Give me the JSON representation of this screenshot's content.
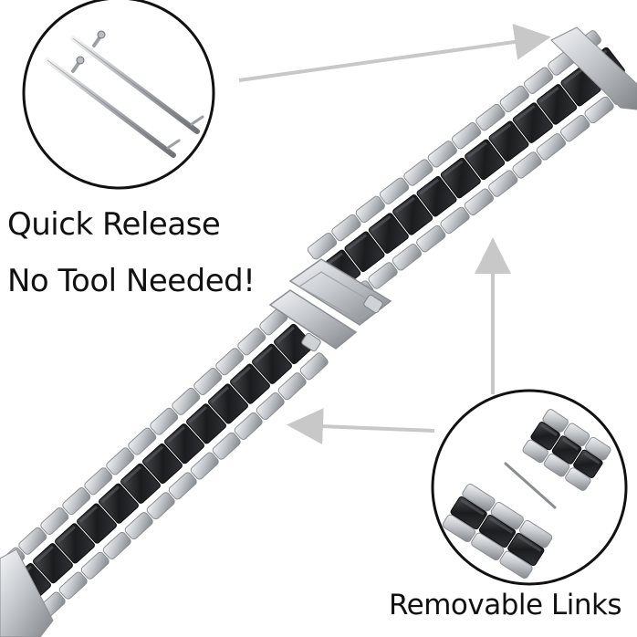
{
  "captions": {
    "quick_release": "Quick Release",
    "no_tool": "No Tool Needed!",
    "removable_links": "Removable Links"
  },
  "colors": {
    "background": "#ffffff",
    "steel_light": "#e6e8eb",
    "steel_mid": "#b3b7bc",
    "steel_dark": "#7d8287",
    "black_link": "#1b1c1e",
    "black_highlight": "#4a4c50",
    "arrow": "#c8c8c8",
    "callout_ring": "#111111"
  },
  "callouts": [
    "spring-bar-pins",
    "removed-links"
  ]
}
